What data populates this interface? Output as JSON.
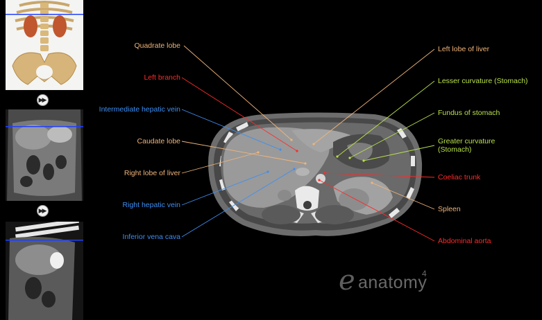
{
  "logo": {
    "word": "anatomy",
    "version": "4"
  },
  "labels_left": [
    {
      "id": "quadrate-lobe",
      "text": "Quadrate lobe",
      "color": "orange"
    },
    {
      "id": "left-branch",
      "text": "Left branch",
      "color": "red"
    },
    {
      "id": "intermediate-hepatic-vein",
      "text": "Intermediate hepatic vein",
      "color": "blue"
    },
    {
      "id": "caudate-lobe",
      "text": "Caudate lobe",
      "color": "orange"
    },
    {
      "id": "right-lobe-of-liver",
      "text": "Right lobe of liver",
      "color": "orange"
    },
    {
      "id": "right-hepatic-vein",
      "text": "Right hepatic vein",
      "color": "blue"
    },
    {
      "id": "inferior-vena-cava",
      "text": "Inferior vena cava",
      "color": "blue"
    }
  ],
  "labels_right": [
    {
      "id": "left-lobe-of-liver",
      "text": "Left lobe of liver",
      "color": "orange"
    },
    {
      "id": "lesser-curvature",
      "text": "Lesser curvature (Stomach)",
      "color": "green"
    },
    {
      "id": "fundus-of-stomach",
      "text": "Fundus of stomach",
      "color": "green"
    },
    {
      "id": "greater-curvature",
      "text": "Greater curvature",
      "text2": "(Stomach)",
      "color": "green"
    },
    {
      "id": "coeliac-trunk",
      "text": "Coeliac trunk",
      "color": "red"
    },
    {
      "id": "spleen",
      "text": "Spleen",
      "color": "orange"
    },
    {
      "id": "abdominal-aorta",
      "text": "Abdominal aorta",
      "color": "red"
    }
  ],
  "colors": {
    "orange": "#f0b47a",
    "red": "#ff2a2a",
    "blue": "#3e8ef0",
    "green": "#b8e04a"
  },
  "icons": {
    "next": "fast-forward-icon"
  }
}
